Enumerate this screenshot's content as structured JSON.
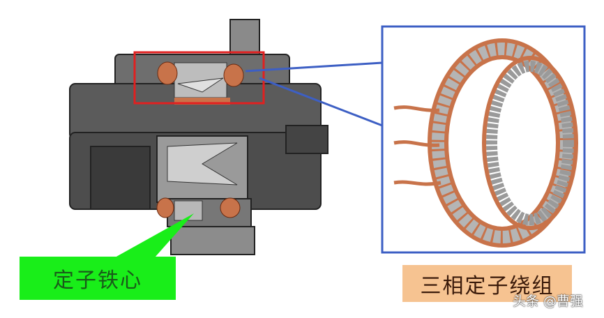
{
  "labels": {
    "stator_core": "定子铁心",
    "three_phase_stator_winding": "三相定子绕组"
  },
  "watermark": "头条 @曹强",
  "colors": {
    "callout_green": "#19ee19",
    "label_orange": "#f6c391",
    "highlight_red": "#e02020",
    "zoom_blue": "#3d5fc4",
    "copper": "#c8734a"
  }
}
